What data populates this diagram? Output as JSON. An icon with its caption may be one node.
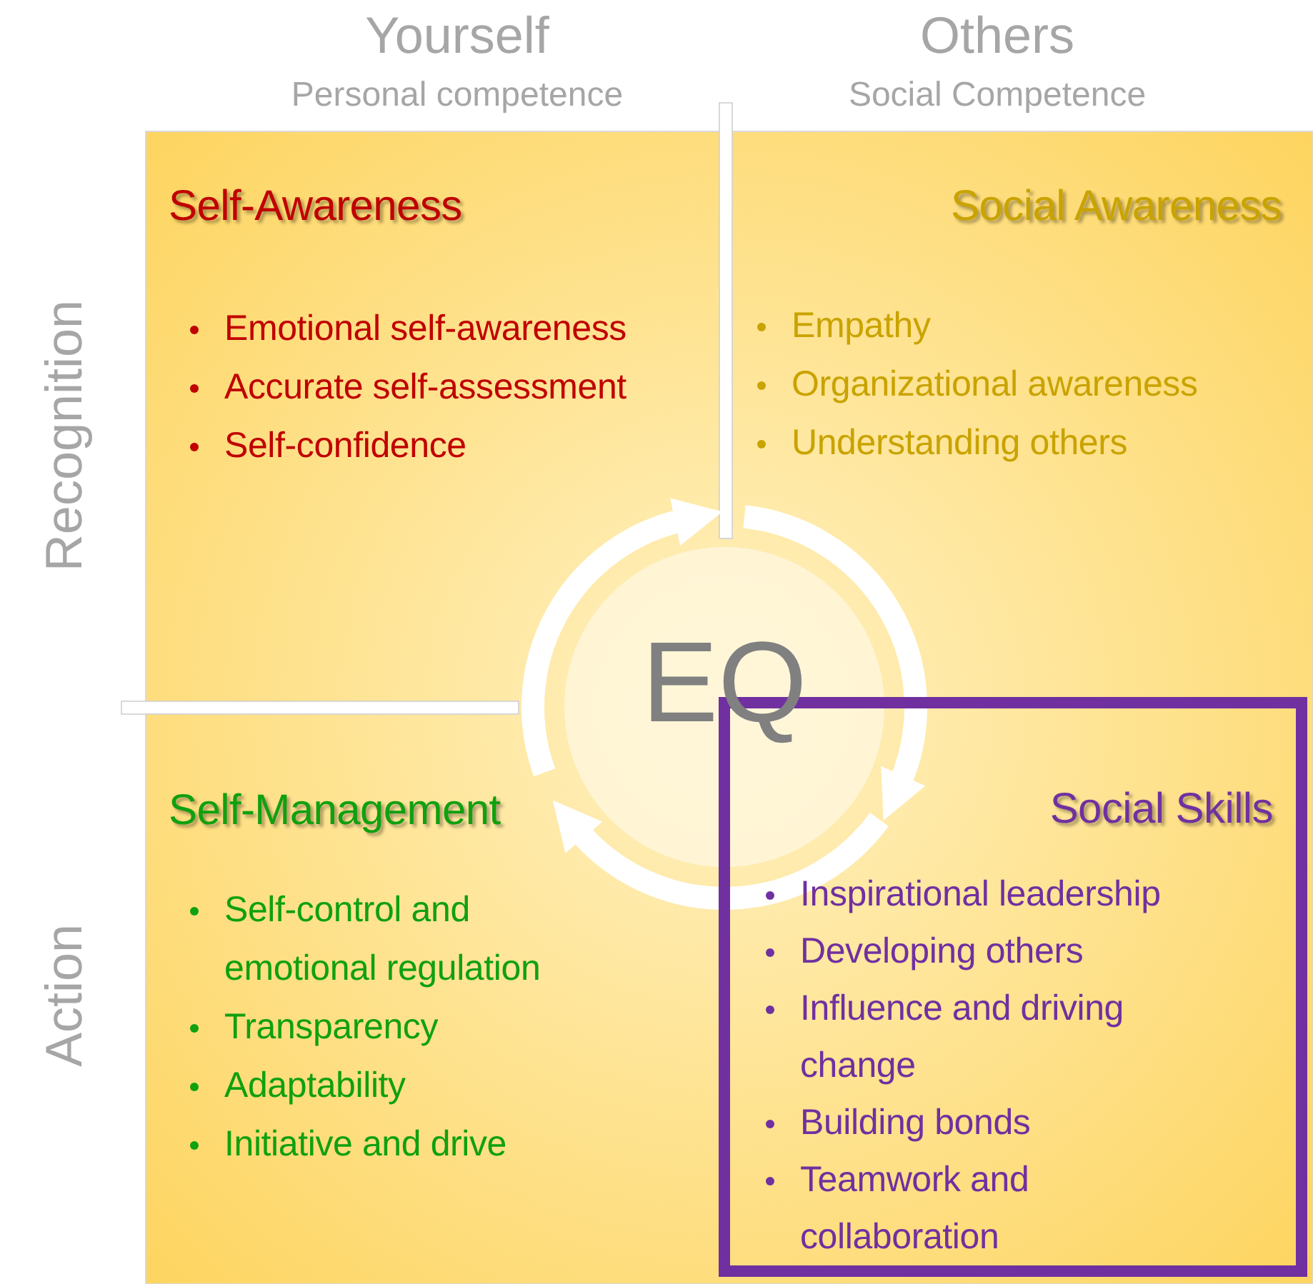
{
  "diagram": {
    "nodes": [
      {
        "text": [
          "Self-Awareness",
          "Emotional self-awareness",
          "Accurate self-assessment",
          "Self-confidence"
        ]
      },
      {
        "text": [
          "Social Awareness",
          "Empathy",
          "Organizational awareness",
          "Understanding others"
        ]
      },
      {
        "text": [
          "EQ"
        ]
      },
      {
        "text": [
          "Self-Management",
          "Self-control and emotional regulation",
          "Transparency",
          "Adaptability",
          "Initiative and drive"
        ]
      },
      {
        "text": [
          "Social Skills",
          "Inspirational leadership",
          "Developing others",
          "Influence and driving change",
          "Building bonds",
          "Teamwork and collaboration"
        ]
      }
    ],
    "labels": [
      "Yourself",
      "Personal competence",
      "Others",
      "Social Competence",
      "Recognition",
      "Action"
    ]
  }
}
